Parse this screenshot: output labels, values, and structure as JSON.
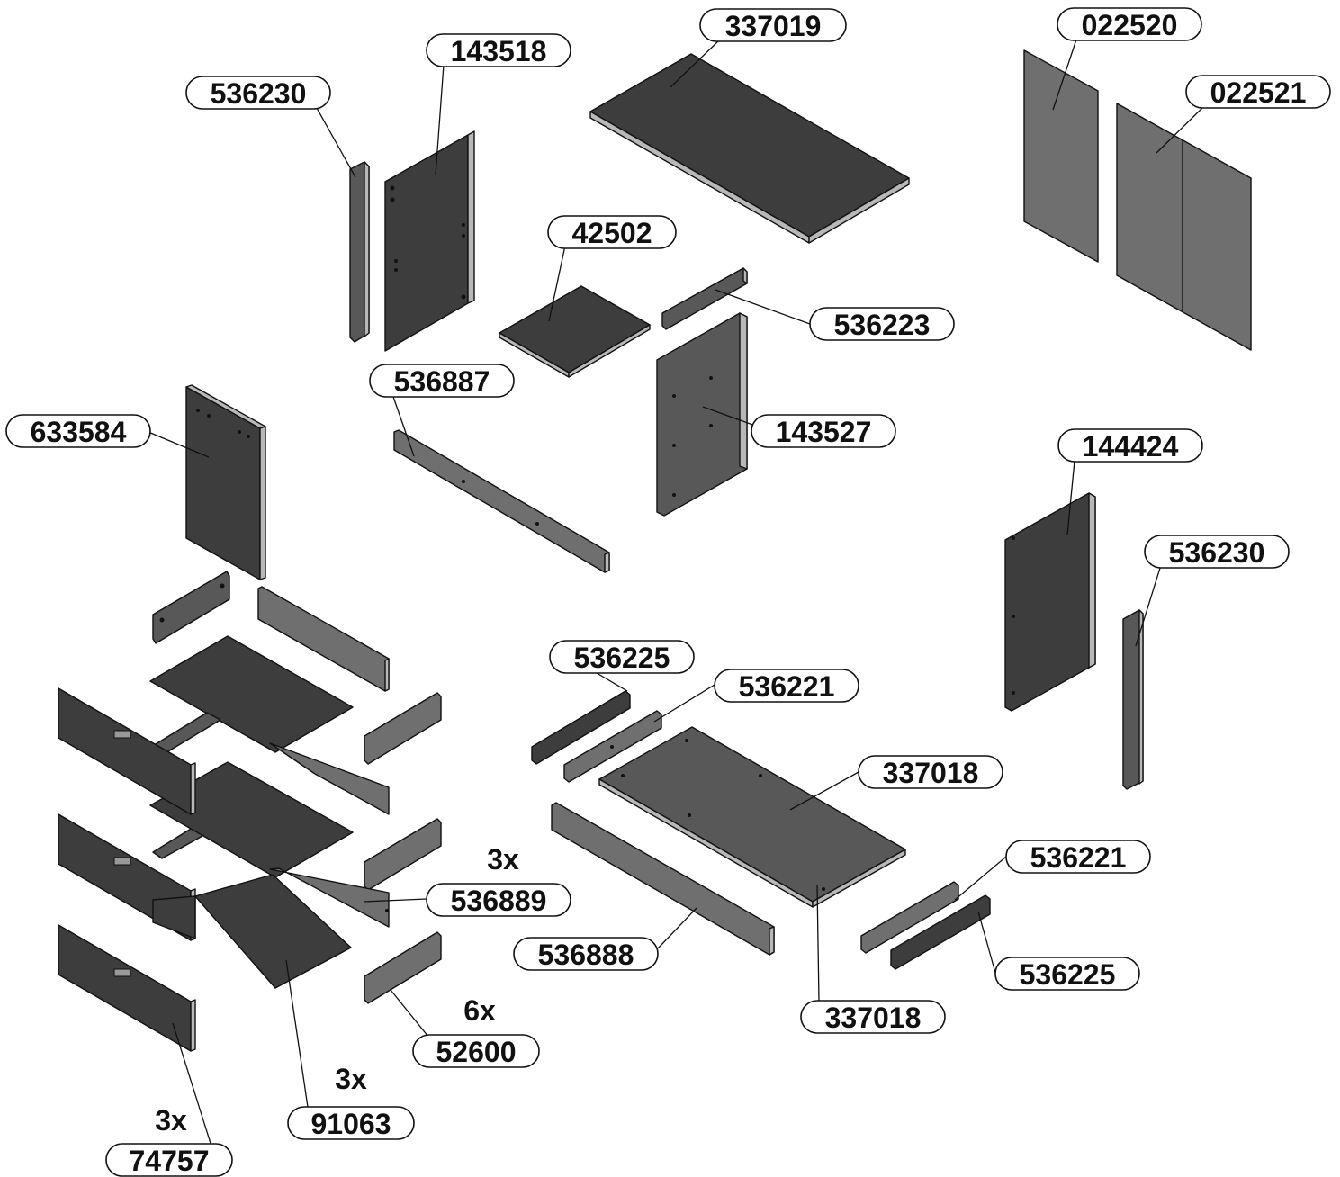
{
  "diagram": {
    "part_labels": {
      "p337019": "337019",
      "p143518": "143518",
      "p536230_top": "536230",
      "p022520": "022520",
      "p022521": "022521",
      "p42502": "42502",
      "p536223": "536223",
      "p536887": "536887",
      "p143527": "143527",
      "p633584": "633584",
      "p144424": "144424",
      "p536230_right": "536230",
      "p536225_top": "536225",
      "p536221_top": "536221",
      "p337018_top": "337018",
      "p536221_bottom": "536221",
      "p536889": "536889",
      "p536888": "536888",
      "p536225_bottom": "536225",
      "p337018_bottom": "337018",
      "p52600": "52600",
      "p91063": "91063",
      "p74757": "74757"
    },
    "quantities": {
      "q536889": "3x",
      "q52600": "6x",
      "q91063": "3x",
      "q74757": "3x"
    },
    "colors": {
      "outline": "#111111",
      "panel_dark": "#3d3d3d",
      "panel_mid": "#585858",
      "panel_light": "#6f6f6f",
      "background": "#ffffff"
    }
  }
}
